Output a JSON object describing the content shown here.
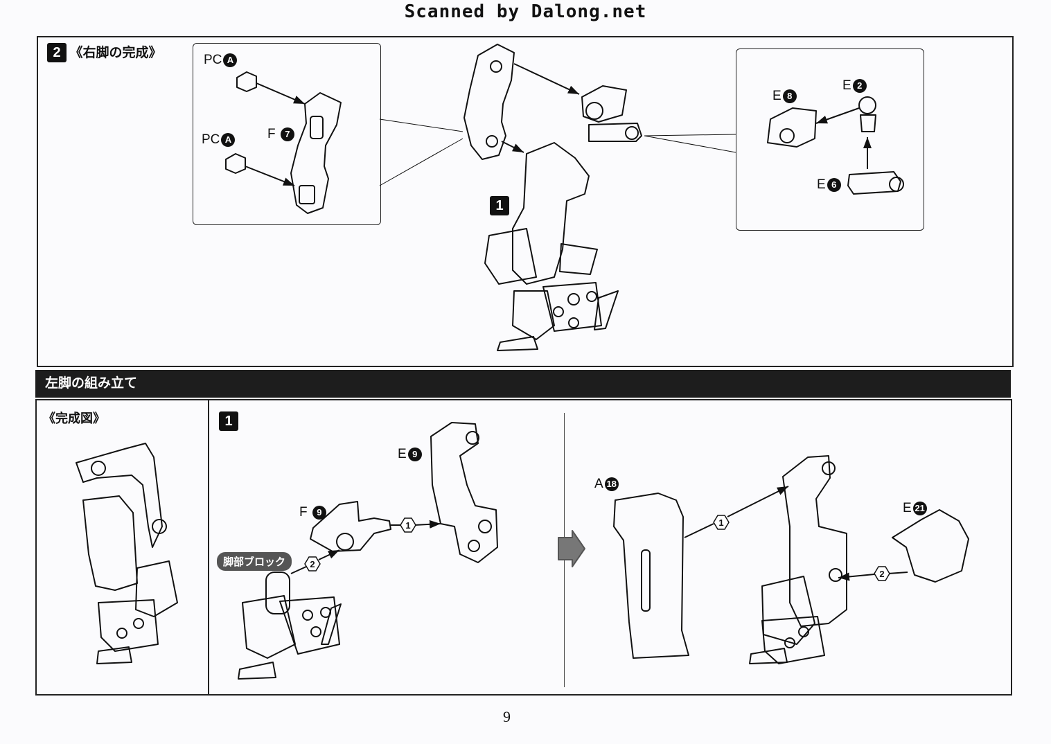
{
  "header": {
    "scan_credit": "Scanned by Dalong.net"
  },
  "section2": {
    "step_number": "2",
    "title": "《右脚の完成》",
    "callout_left": {
      "labels": [
        {
          "prefix": "PC",
          "badge": "A"
        },
        {
          "prefix": "PC",
          "badge": "A"
        },
        {
          "prefix": "F",
          "badge": "7"
        }
      ]
    },
    "callout_right": {
      "labels": [
        {
          "prefix": "E",
          "badge": "8"
        },
        {
          "prefix": "E",
          "badge": "2"
        },
        {
          "prefix": "E",
          "badge": "6"
        }
      ]
    },
    "subassembly_tag": "1"
  },
  "left_leg": {
    "bar_title": "左脚の組み立て",
    "completed_caption": "《完成図》",
    "step_number": "1",
    "step1_labels": [
      {
        "prefix": "E",
        "badge": "9"
      },
      {
        "prefix": "F",
        "badge": "9"
      }
    ],
    "block_pill": "脚部ブロック",
    "sequence_markers": [
      "1",
      "2",
      "1",
      "2"
    ],
    "step2_labels": [
      {
        "prefix": "A",
        "badge": "18"
      },
      {
        "prefix": "E",
        "badge": "21"
      }
    ]
  },
  "footer": {
    "page_number": "9"
  }
}
